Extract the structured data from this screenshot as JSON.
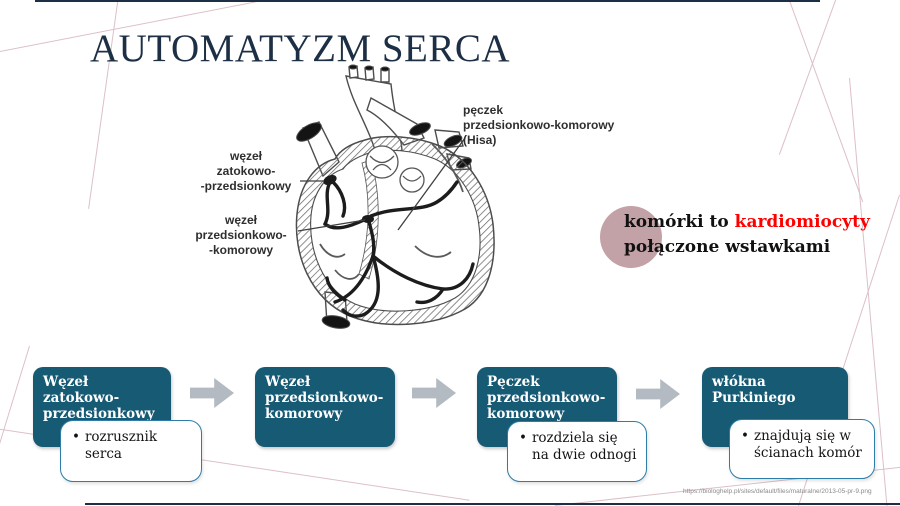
{
  "slide": {
    "title": "AUTOMATYZM SERCA",
    "note": {
      "line1_prefix": "komórki to ",
      "line1_highlight": "kardiomiocyty",
      "line2": "połączone wstawkami"
    },
    "source_url": "https://biologhelp.pl/sites/default/files/maturalne/2013-05-pr-9.png"
  },
  "heart_diagram": {
    "labels": {
      "sa_node": [
        "węzeł",
        "zatokowo-",
        "-przedsionkowy"
      ],
      "av_node": [
        "węzeł",
        "przedsionkowo-",
        "-komorowy"
      ],
      "his_bundle": [
        "pęczek",
        "przedsionkowo-komorowy",
        "(Hisa)"
      ]
    }
  },
  "flow": {
    "bullet": "•",
    "steps": [
      {
        "title": "Węzeł zatokowo-przedsionkowy",
        "detail": "rozrusznik serca"
      },
      {
        "title": "Węzeł przedsionkowo-komorowy"
      },
      {
        "title": "Pęczek przedsionkowo-komorowy",
        "detail": "rozdziela się na dwie odnogi"
      },
      {
        "title": "włókna Purkiniego",
        "detail": "znajdują się w ścianach komór"
      }
    ]
  },
  "colors": {
    "accent_navy": "#1d2f44",
    "box_teal": "#175a74",
    "sub_box_border_blue": "#2e7ca8",
    "arrow_gray": "#b3bac1",
    "highlight_red": "#ff0000",
    "circle_rose": "#c3a2a7",
    "decor_pink": "#dcc0c6"
  }
}
